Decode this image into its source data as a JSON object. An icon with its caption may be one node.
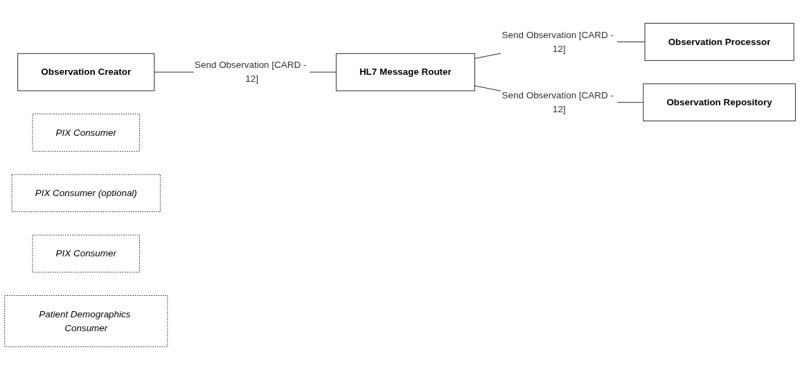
{
  "diagram": {
    "nodes": [
      {
        "text": [
          "Observation Creator"
        ]
      },
      {
        "text": [
          "PIX Consumer"
        ]
      },
      {
        "text": [
          "HL7 Message Router"
        ]
      },
      {
        "text": [
          "PIX Consumer (optional)"
        ]
      },
      {
        "text": [
          "Observation Processor"
        ]
      },
      {
        "text": [
          "Observation Repository"
        ]
      },
      {
        "text": [
          "PIX Consumer"
        ]
      },
      {
        "text": [
          "Patient Demographics Consumer"
        ]
      }
    ],
    "edges": [
      {
        "from": 0,
        "to": 2,
        "arrow": "none",
        "label": "Send Observation [CARD - 12]"
      },
      {
        "from": 2,
        "to": 4,
        "arrow": "none",
        "label": "Send Observation [CARD - 12]"
      },
      {
        "from": 2,
        "to": 5,
        "arrow": "none",
        "label": "Send Observation [CARD - 12]"
      }
    ]
  }
}
